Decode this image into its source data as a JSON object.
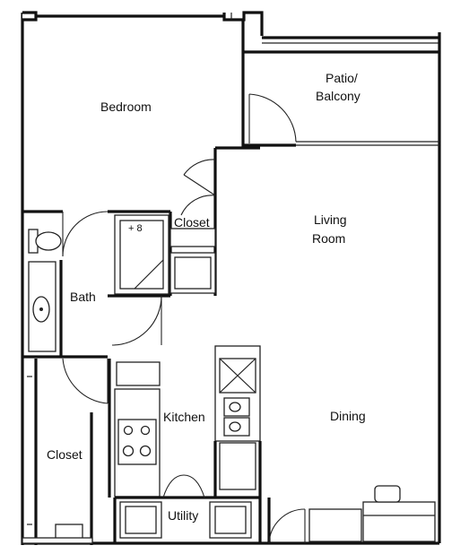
{
  "rooms": {
    "bedroom": "Bedroom",
    "patio_line1": "Patio/",
    "patio_line2": "Balcony",
    "closet_small": "Closet",
    "living_line1": "Living",
    "living_line2": "Room",
    "bath": "Bath",
    "kitchen": "Kitchen",
    "dining": "Dining",
    "closet_large": "Closet",
    "utility": "Utility"
  },
  "fixtures": {
    "shower_mark": "+ 8"
  }
}
